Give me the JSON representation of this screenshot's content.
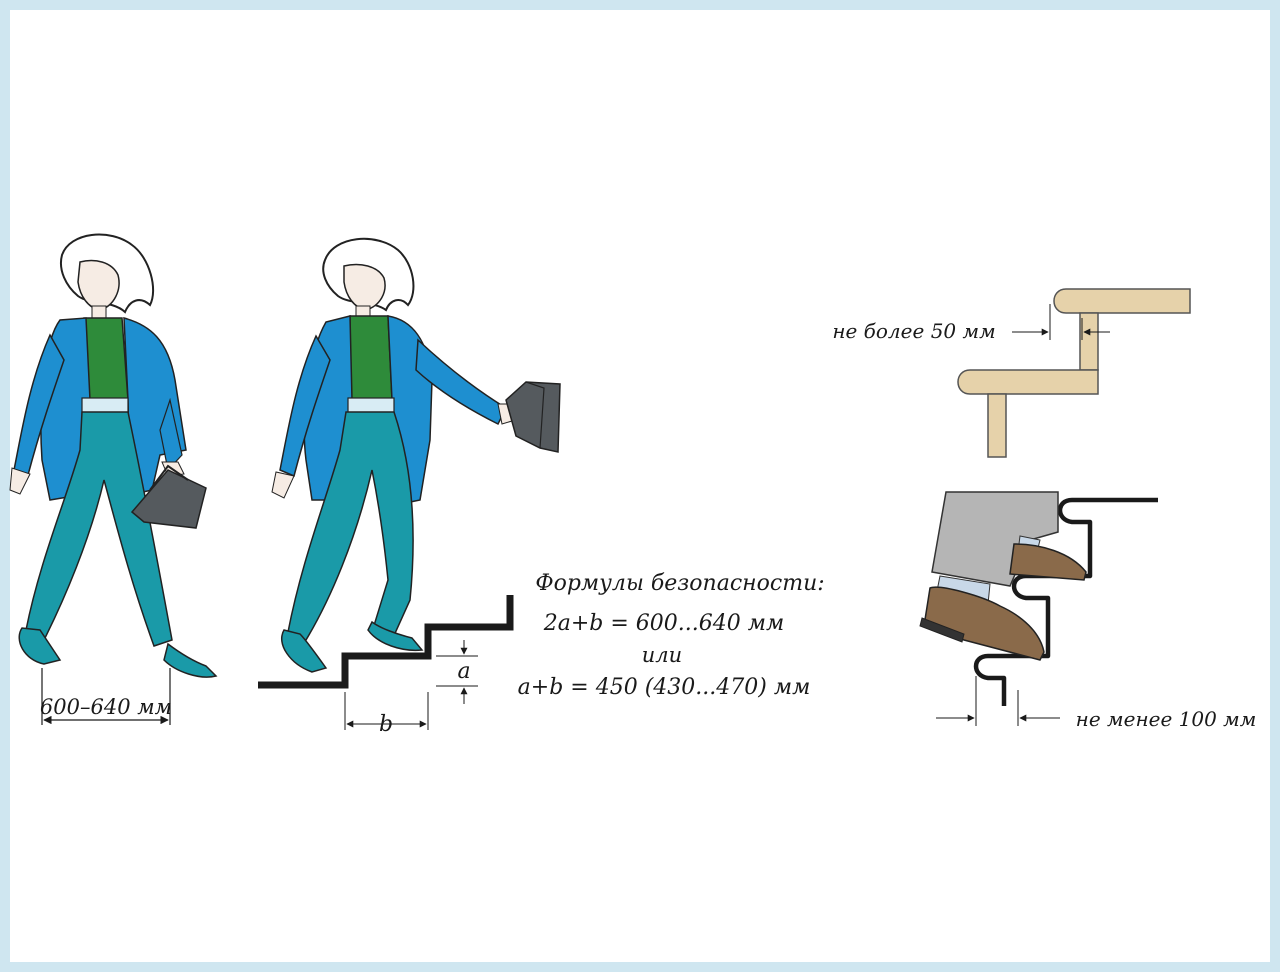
{
  "labels": {
    "stride": "600–640 мм",
    "rise": "a",
    "tread": "b",
    "formula_title": "Формулы безопасности:",
    "formula_1": "2a+b = 600...640 мм",
    "formula_or": "или",
    "formula_2": "a+b = 450 (430...470) мм",
    "overhang_max": "не более 50 мм",
    "min_width": "не менее 100 мм"
  },
  "colors": {
    "background": "#cfe6f0",
    "jacket": "#1e8fd0",
    "trousers": "#1a9aa8",
    "shirt": "#2e8b3a",
    "belt": "#d8ecf4",
    "bag": "#555a5e",
    "wood": "#e6d2aa",
    "step_line": "#1a1a1a",
    "shoe": "#8a6a4a",
    "trouser_grey": "#b5b5b5"
  }
}
